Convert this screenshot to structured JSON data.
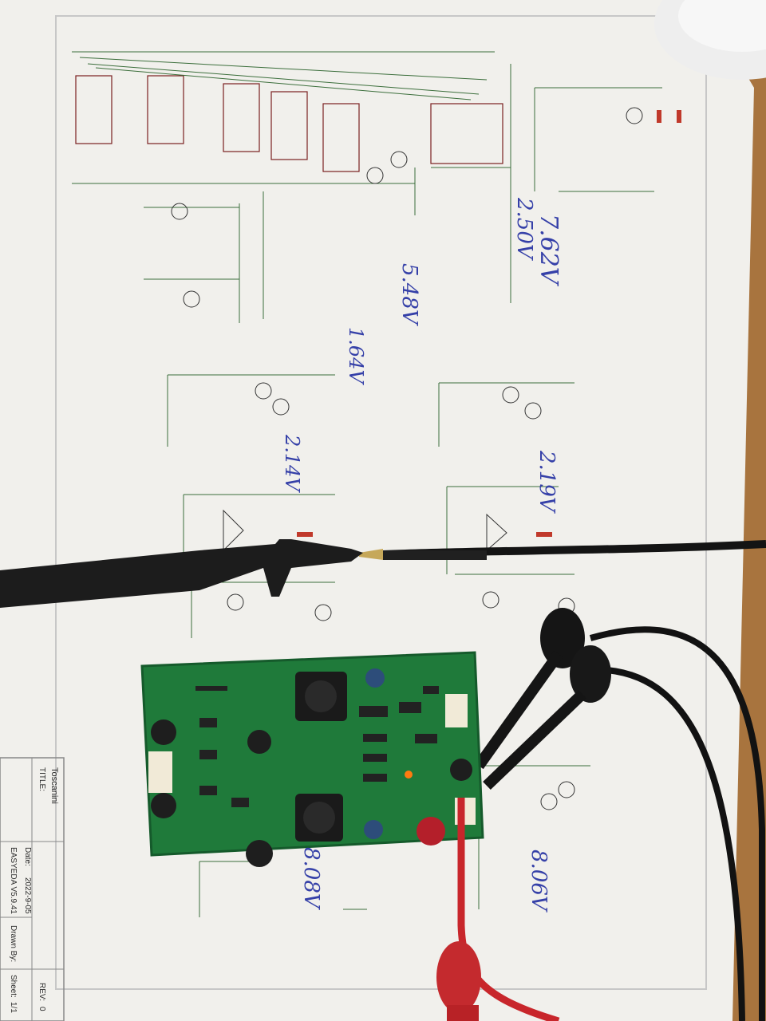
{
  "title_block": {
    "title_label": "TITLE:",
    "title": "Toscanini",
    "date_label": "Date:",
    "date": "2022-9-05",
    "version": "EASYEDA V5.9.41",
    "drawn_label": "Drawn By:",
    "sheet_label": "Sheet:",
    "sheet": "1/1",
    "rev_label": "REV:",
    "rev": "0"
  },
  "handwritten": {
    "v_7_62": "7.62V",
    "v_2_50": "2.50V",
    "v_5_48": "5.48V",
    "v_1_64": "1.64V",
    "v_2_14": "2.14V",
    "v_2_19": "2.19V",
    "v_8_06_right": "8.06V",
    "v_8_08_left": "8.08V"
  },
  "colors": {
    "wood": "#b8864e",
    "paper": "#f2f1ee",
    "ink": "#3540a8",
    "pcb": "#1f7a3a",
    "probe_red": "#c8262b",
    "probe_black": "#1a1a1a"
  }
}
